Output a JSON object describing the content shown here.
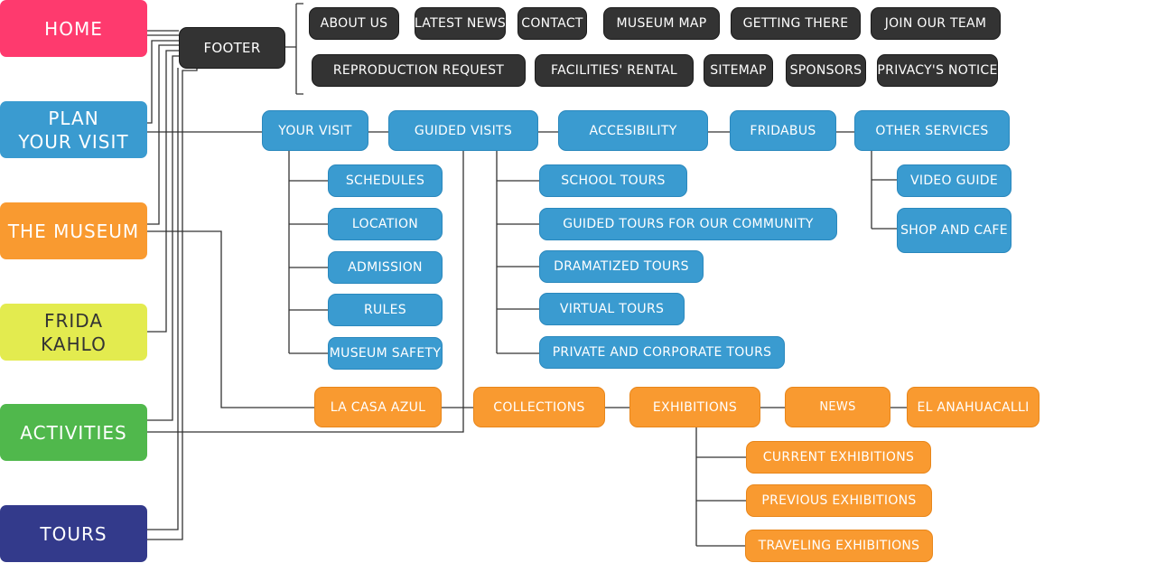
{
  "colors": {
    "home": "#fe3a6e",
    "plan": "#3a9bd0",
    "museum": "#f99a30",
    "frida": "#e3eb4f",
    "activities": "#50b84c",
    "tours": "#333a8b",
    "footer": "#333333",
    "lines": "#333333"
  },
  "main_sections": [
    "HOME",
    "PLAN\nYOUR VISIT",
    "THE MUSEUM",
    "FRIDA\nKAHLO",
    "ACTIVITIES",
    "TOURS"
  ],
  "footer": {
    "label": "FOOTER",
    "links": [
      "ABOUT US",
      "LATEST NEWS",
      "CONTACT",
      "MUSEUM MAP",
      "GETTING THERE",
      "JOIN OUR TEAM",
      "REPRODUCTION REQUEST",
      "FACILITIES' RENTAL",
      "SITEMAP",
      "SPONSORS",
      "PRIVACY'S NOTICE"
    ]
  },
  "plan_your_visit": {
    "items": [
      "YOUR VISIT",
      "GUIDED VISITS",
      "ACCESIBILITY",
      "FRIDABUS",
      "OTHER SERVICES"
    ],
    "your_visit": [
      "SCHEDULES",
      "LOCATION",
      "ADMISSION",
      "RULES",
      "MUSEUM SAFETY"
    ],
    "guided_visits": [
      "SCHOOL TOURS",
      "GUIDED TOURS FOR OUR COMMUNITY",
      "DRAMATIZED TOURS",
      "VIRTUAL TOURS",
      "PRIVATE AND CORPORATE TOURS"
    ],
    "other_services": [
      "VIDEO GUIDE",
      "SHOP AND CAFE"
    ]
  },
  "the_museum": {
    "items": [
      "LA CASA AZUL",
      "COLLECTIONS",
      "EXHIBITIONS",
      "NEWS",
      "EL ANAHUACALLI"
    ],
    "exhibitions": [
      "CURRENT EXHIBITIONS",
      "PREVIOUS EXHIBITIONS",
      "TRAVELING EXHIBITIONS"
    ]
  }
}
